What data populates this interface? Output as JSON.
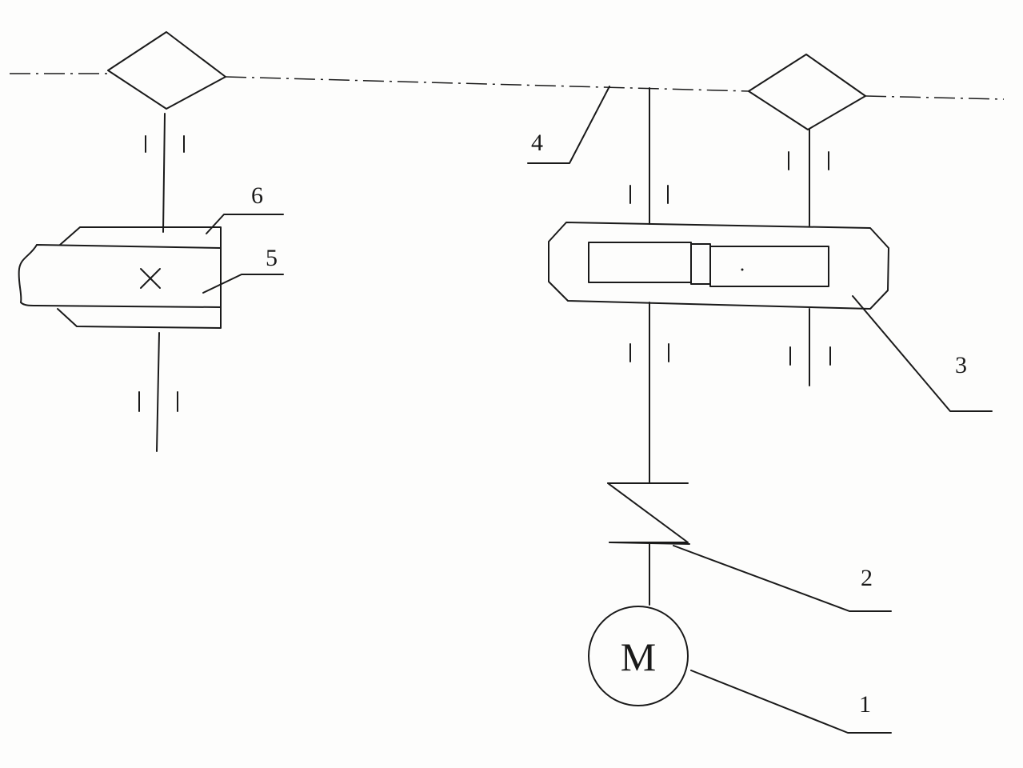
{
  "diagram": {
    "labels": {
      "motor": "1",
      "coupling": "2",
      "gearbox": "3",
      "chain": "4",
      "worm": "5",
      "worm_wheel": "6"
    },
    "motor_symbol": "M"
  }
}
